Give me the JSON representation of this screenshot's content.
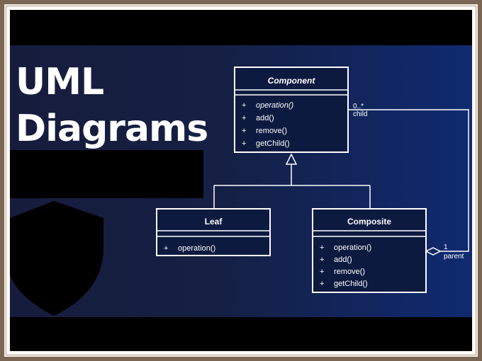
{
  "title": {
    "line1": "UML",
    "line2": "Diagrams"
  },
  "classes": {
    "component": {
      "name": "Component",
      "methods": [
        {
          "vis": "+",
          "sig": "operation()"
        },
        {
          "vis": "+",
          "sig": "add()"
        },
        {
          "vis": "+",
          "sig": "remove()"
        },
        {
          "vis": "+",
          "sig": "getChild()"
        }
      ]
    },
    "leaf": {
      "name": "Leaf",
      "methods": [
        {
          "vis": "+",
          "sig": "operation()"
        }
      ]
    },
    "composite": {
      "name": "Composite",
      "methods": [
        {
          "vis": "+",
          "sig": "operation()"
        },
        {
          "vis": "+",
          "sig": "add()"
        },
        {
          "vis": "+",
          "sig": "remove()"
        },
        {
          "vis": "+",
          "sig": "getChild()"
        }
      ]
    }
  },
  "association": {
    "child_multiplicity": "0..*",
    "child_role": "child",
    "parent_multiplicity": "1",
    "parent_role": "parent"
  },
  "colors": {
    "class_fill": "#0d1a40",
    "line": "#ffffff"
  }
}
